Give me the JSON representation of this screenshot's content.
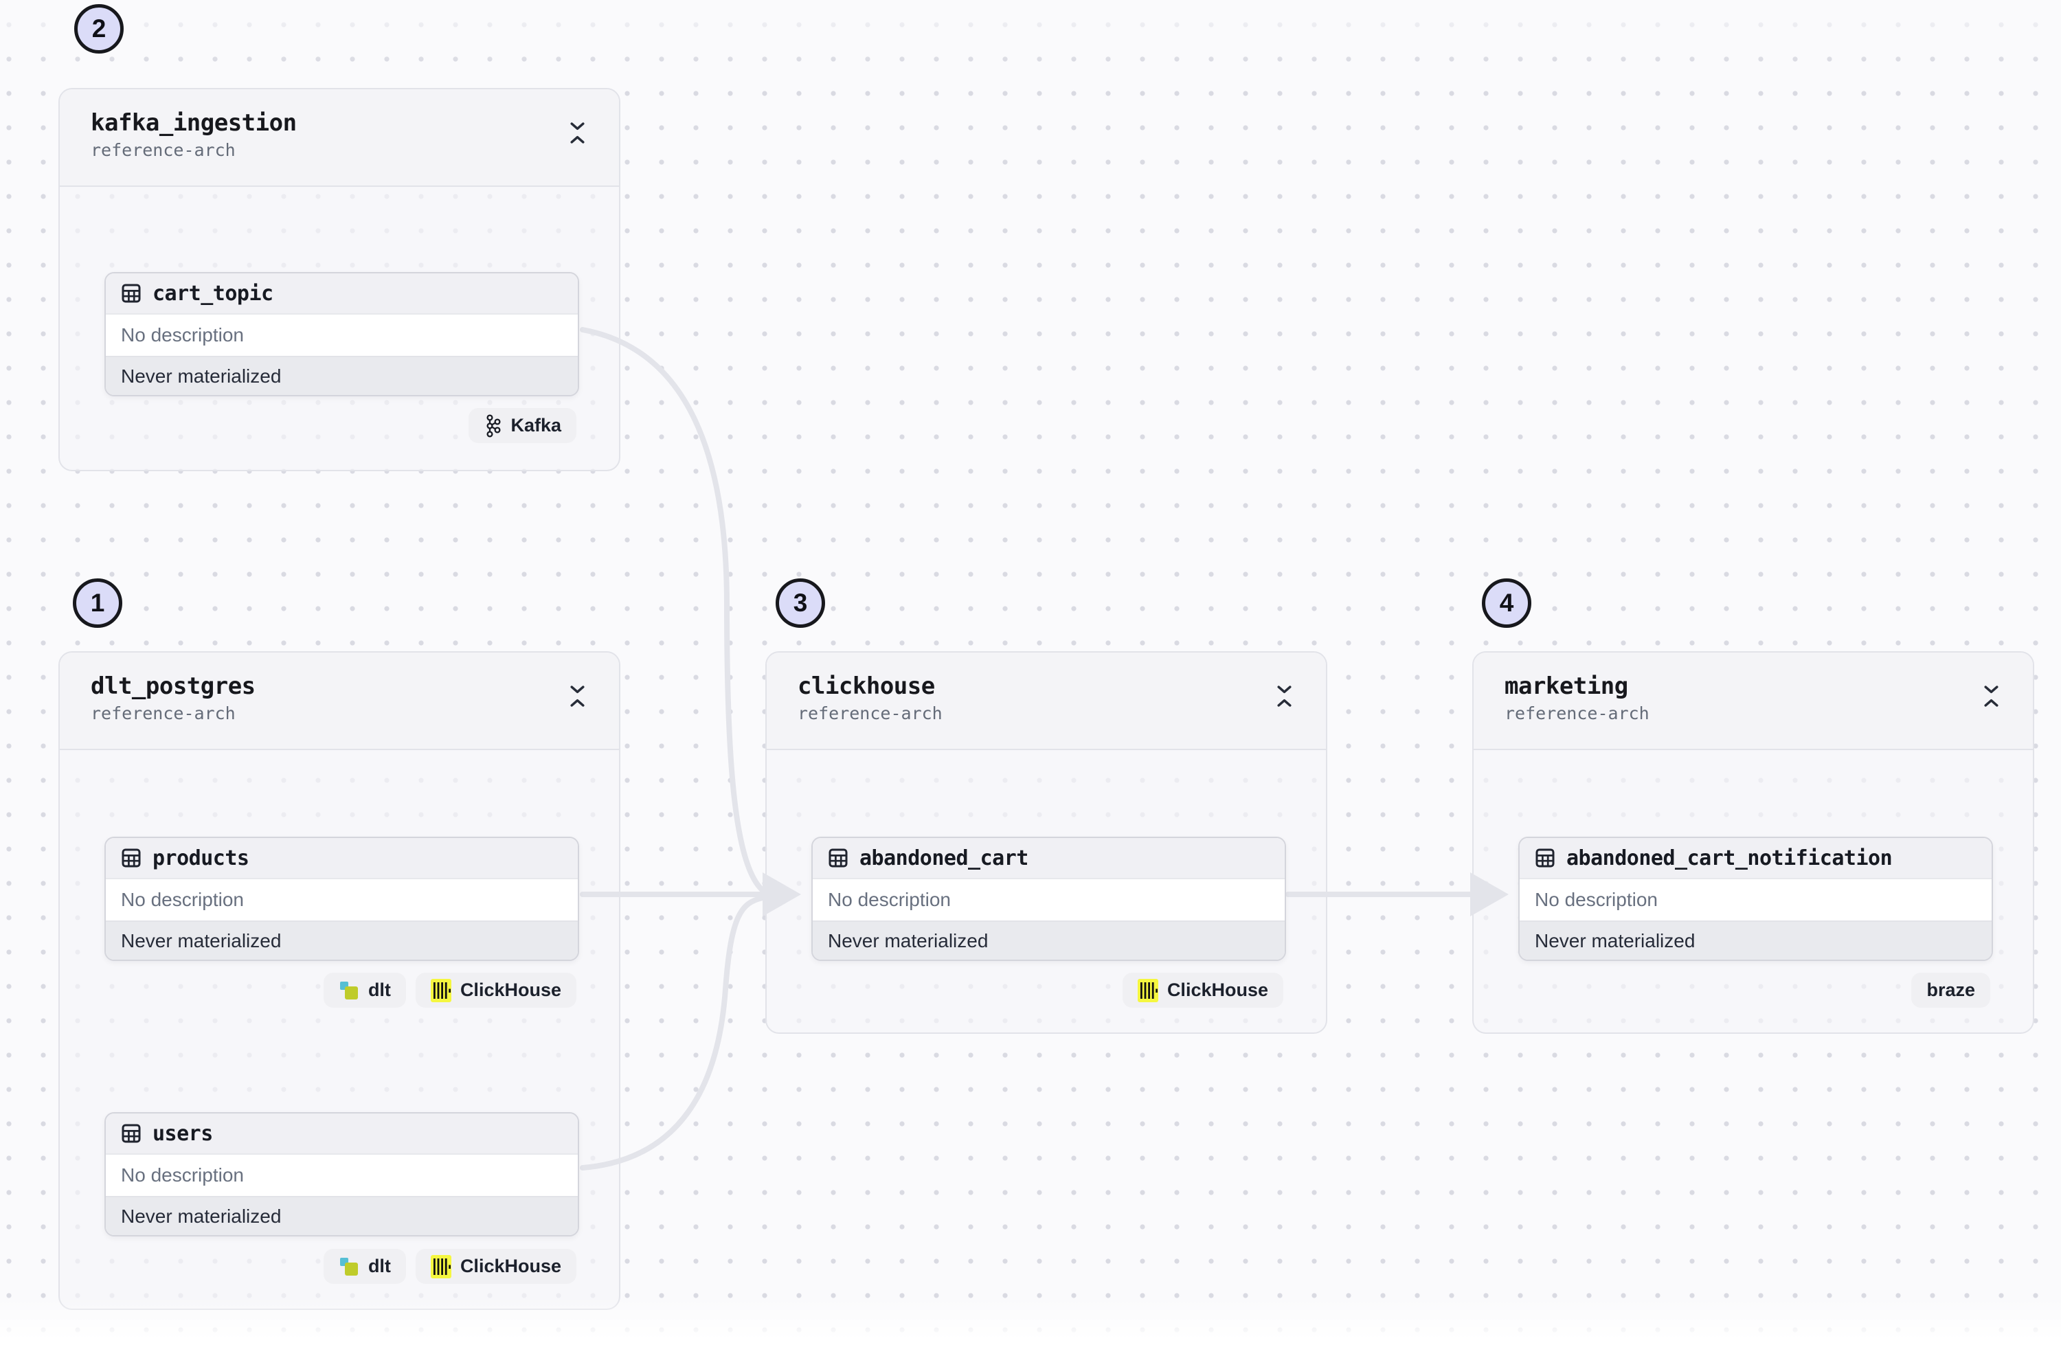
{
  "canvas": {
    "background": "#FAFAFC",
    "dot_color": "#D9DAE2",
    "edge_color": "#E3E4EA",
    "step_badge_fill": "#DBDCF8",
    "step_badge_border": "#17181D",
    "clickhouse_yellow": "#F5F740",
    "dlt_teal": "#56BFD4",
    "dlt_green": "#BFCC2A"
  },
  "groups": [
    {
      "badge": "2",
      "title": "kafka_ingestion",
      "subtitle": "reference-arch",
      "assets": [
        {
          "name": "cart_topic",
          "description": "No description",
          "status": "Never materialized",
          "tags": [
            {
              "icon": "kafka-icon",
              "label": "Kafka"
            }
          ]
        }
      ]
    },
    {
      "badge": "1",
      "title": "dlt_postgres",
      "subtitle": "reference-arch",
      "assets": [
        {
          "name": "products",
          "description": "No description",
          "status": "Never materialized",
          "tags": [
            {
              "icon": "dlt-icon",
              "label": "dlt"
            },
            {
              "icon": "clickhouse-icon",
              "label": "ClickHouse"
            }
          ]
        },
        {
          "name": "users",
          "description": "No description",
          "status": "Never materialized",
          "tags": [
            {
              "icon": "dlt-icon",
              "label": "dlt"
            },
            {
              "icon": "clickhouse-icon",
              "label": "ClickHouse"
            }
          ]
        }
      ]
    },
    {
      "badge": "3",
      "title": "clickhouse",
      "subtitle": "reference-arch",
      "assets": [
        {
          "name": "abandoned_cart",
          "description": "No description",
          "status": "Never materialized",
          "tags": [
            {
              "icon": "clickhouse-icon",
              "label": "ClickHouse"
            }
          ]
        }
      ]
    },
    {
      "badge": "4",
      "title": "marketing",
      "subtitle": "reference-arch",
      "assets": [
        {
          "name": "abandoned_cart_notification",
          "description": "No description",
          "status": "Never materialized",
          "tags": [
            {
              "icon": null,
              "label": "braze"
            }
          ]
        }
      ]
    }
  ],
  "edges": [
    {
      "from": "cart_topic",
      "to": "abandoned_cart"
    },
    {
      "from": "products",
      "to": "abandoned_cart"
    },
    {
      "from": "users",
      "to": "abandoned_cart"
    },
    {
      "from": "abandoned_cart",
      "to": "abandoned_cart_notification"
    }
  ]
}
